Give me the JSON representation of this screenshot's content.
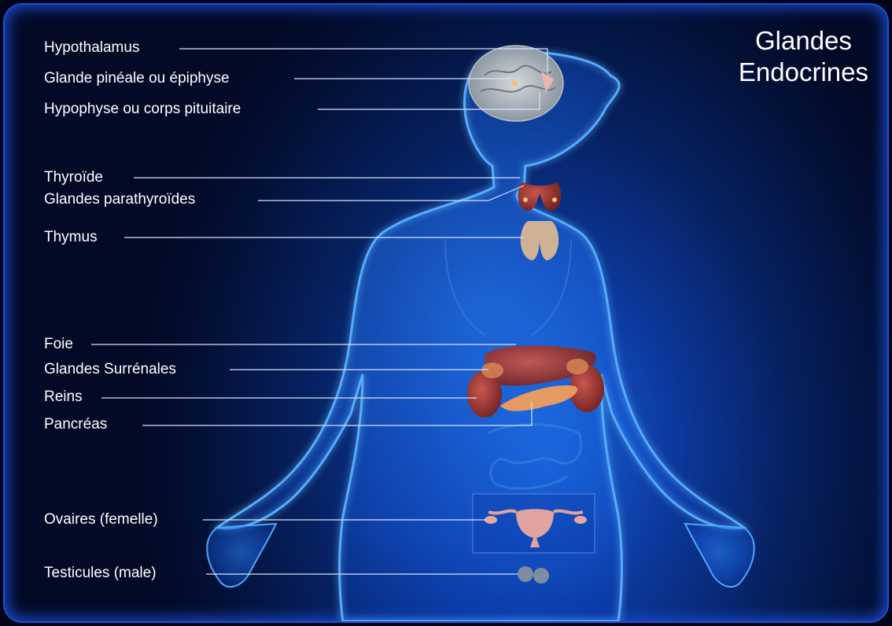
{
  "title": {
    "line1": "Glandes",
    "line2": "Endocrines"
  },
  "labels": {
    "hypothalamus": "Hypothalamus",
    "pineal": "Glande pinéale ou épiphyse",
    "pituitary": "Hypophyse ou corps pituitaire",
    "thyroid": "Thyroïde",
    "parathyroid": "Glandes parathyroïdes",
    "thymus": "Thymus",
    "liver": "Foie",
    "adrenal": "Glandes Surrénales",
    "kidneys": "Reins",
    "pancreas": "Pancréas",
    "ovaries": "Ovaires (femelle)",
    "testes": "Testicules (male)"
  },
  "colors": {
    "background": "#031036",
    "body_glow": "#2e8bff",
    "leader_line": "#d8e2ff"
  }
}
